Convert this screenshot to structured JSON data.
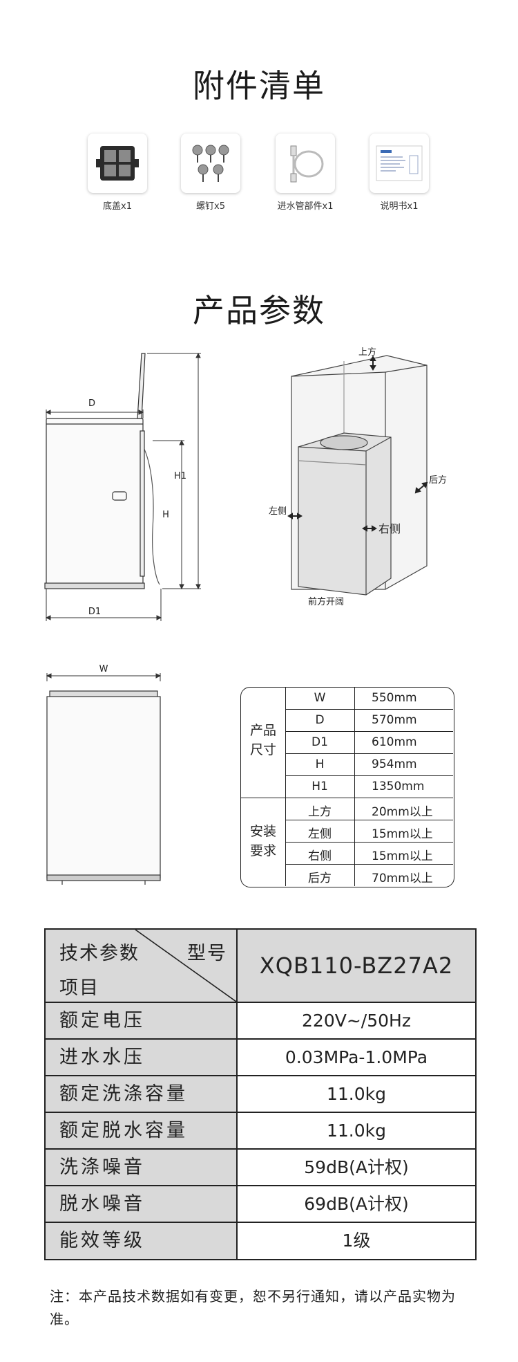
{
  "accessories": {
    "title": "附件清单",
    "items": [
      {
        "label": "底盖x1",
        "icon": "base-cover-icon"
      },
      {
        "label": "螺钉x5",
        "icon": "screws-icon"
      },
      {
        "label": "进水管部件x1",
        "icon": "inlet-hose-icon"
      },
      {
        "label": "说明书x1",
        "icon": "manual-icon"
      }
    ]
  },
  "params": {
    "title": "产品参数",
    "side_view": {
      "label_d": "D",
      "label_d1": "D1",
      "label_h": "H",
      "label_h1": "H1"
    },
    "clearance_view": {
      "top": "上方",
      "back": "后方",
      "left": "左侧",
      "right": "右侧",
      "front": "前方开阔"
    },
    "front_view": {
      "label_w": "W"
    }
  },
  "spec_table": {
    "size_group": "产品尺寸",
    "size_group_lines": [
      "产品",
      "尺寸"
    ],
    "size_rows": [
      {
        "key": "W",
        "value": "550mm"
      },
      {
        "key": "D",
        "value": "570mm"
      },
      {
        "key": "D1",
        "value": "610mm"
      },
      {
        "key": "H",
        "value": "954mm"
      },
      {
        "key": "H1",
        "value": "1350mm"
      }
    ],
    "install_group_lines": [
      "安装",
      "要求"
    ],
    "install_rows": [
      {
        "key": "上方",
        "value": "20mm以上"
      },
      {
        "key": "左侧",
        "value": "15mm以上"
      },
      {
        "key": "右侧",
        "value": "15mm以上"
      },
      {
        "key": "后方",
        "value": "70mm以上"
      }
    ]
  },
  "tech_table": {
    "header_tech": "技术参数",
    "header_model": "型号",
    "header_item": "项目",
    "model": "XQB110-BZ27A2",
    "rows": [
      {
        "key": "额定电压",
        "value": "220V~/50Hz"
      },
      {
        "key": "进水水压",
        "value": "0.03MPa-1.0MPa"
      },
      {
        "key": "额定洗涤容量",
        "value": "11.0kg"
      },
      {
        "key": "额定脱水容量",
        "value": "11.0kg"
      },
      {
        "key": "洗涤噪音",
        "value": "59dB(A计权)"
      },
      {
        "key": "脱水噪音",
        "value": "69dB(A计权)"
      },
      {
        "key": "能效等级",
        "value": "1级"
      }
    ]
  },
  "note": "注：本产品技术数据如有变更，恕不另行通知，请以产品实物为准。"
}
